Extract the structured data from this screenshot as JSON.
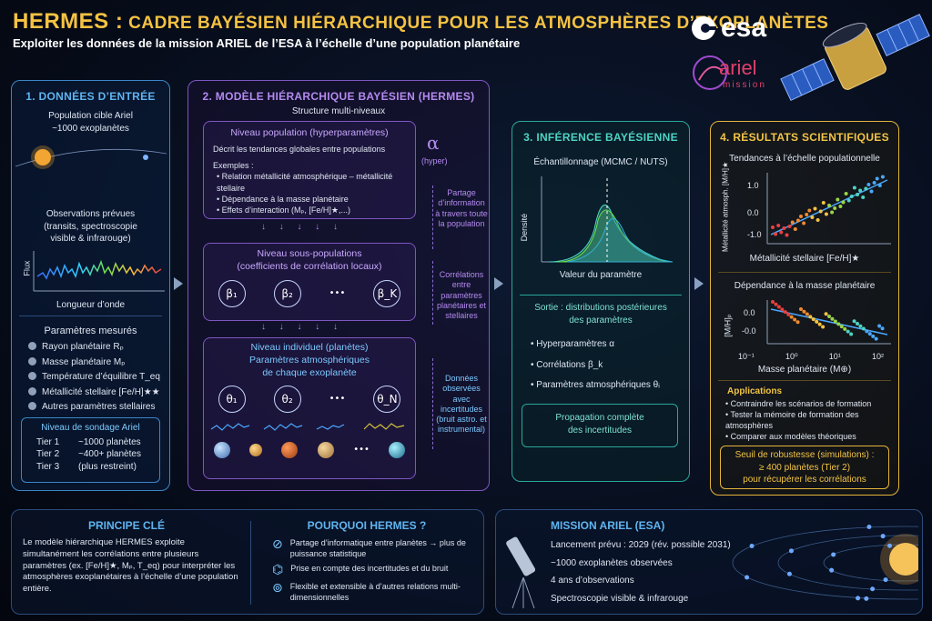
{
  "header": {
    "title_main": "HERMES :",
    "title_rest": "CADRE BAYÉSIEN HIÉRARCHIQUE POUR LES ATMOSPHÈRES D’EXOPLANÈTES",
    "subtitle": "Exploiter les données de la mission ARIEL de l’ESA à l’échelle d’une population planétaire",
    "esa_logo": "esa",
    "ariel_logo": "ariel",
    "ariel_logo_sub": "mission"
  },
  "panel1": {
    "heading": "1. DONNÉES D’ENTRÉE",
    "pop_line1": "Population cible Ariel",
    "pop_line2": "~1000 exoplanètes",
    "obs_line1": "Observations prévues",
    "obs_line2": "(transits, spectroscopie",
    "obs_line3": "visible & infrarouge)",
    "flux_label": "Flux",
    "wave_label": "Longueur d’onde",
    "params_heading": "Paramètres mesurés",
    "params": [
      "Rayon planétaire Rₚ",
      "Masse planétaire Mₚ",
      "Température d’équilibre T_eq",
      "Métallicité stellaire [Fe/H]★★",
      "Autres paramètres stellaires"
    ],
    "tier_heading": "Niveau de sondage Ariel",
    "tiers": [
      {
        "name": "Tier 1",
        "value": "~1000 planètes"
      },
      {
        "name": "Tier 2",
        "value": "~400+ planètes"
      },
      {
        "name": "Tier 3",
        "value": "(plus restreint)"
      }
    ]
  },
  "panel2": {
    "heading": "2. MODÈLE HIÉRARCHIQUE BAYÉSIEN (HERMES)",
    "structure": "Structure multi-niveaux",
    "pop": {
      "title": "Niveau population (hyperparamètres)",
      "desc": "Décrit les tendances globales entre populations",
      "examples": "Exemples :",
      "items": [
        "Relation métallicité atmosphérique – métallicité stellaire",
        "Dépendance à la masse planétaire",
        "Effets d’interaction (Mₚ, [Fe/H]★,...)"
      ],
      "symbol": "α",
      "symbol_label": "(hyper)"
    },
    "subpop": {
      "title": "Niveau sous-populations",
      "title2": "(coefficients de corrélation locaux)",
      "betas": [
        "β₁",
        "β₂",
        "•••",
        "β_K"
      ]
    },
    "indiv": {
      "title": "Niveau individuel (planètes)",
      "title2": "Paramètres atmosphériques",
      "title3": "de chaque exoplanète",
      "thetas": [
        "θ₁",
        "θ₂",
        "•••",
        "θ_N"
      ]
    },
    "side1": [
      "Partage",
      "d’information",
      "à travers toute",
      "la population"
    ],
    "side2": [
      "Corrélations",
      "entre paramètres",
      "planétaires et",
      "stellaires"
    ],
    "side3": [
      "Données",
      "observées avec",
      "incertitudes",
      "(bruit astro. et",
      "instrumental)"
    ]
  },
  "panel3": {
    "heading": "3. INFÉRENCE BAYÉSIENNE",
    "sampling": "Échantillonnage (MCMC / NUTS)",
    "ylabel": "Densité",
    "xlabel": "Valeur du paramètre",
    "output1": "Sortie : distributions postérieures",
    "output2": "des paramètres",
    "items": [
      "Hyperparamètres α",
      "Corrélations β_k",
      "Paramètres atmosphériques θᵢ"
    ],
    "prop1": "Propagation complète",
    "prop2": "des incertitudes"
  },
  "panel4": {
    "heading": "4. RÉSULTATS SCIENTIFIQUES",
    "plot1_title": "Tendances à l’échelle populationnelle",
    "plot1_ylabel": "Métallicité atmosph. [M/H]★",
    "plot1_xlabel": "Métallicité stellaire [Fe/H]★",
    "plot1_yticks": [
      "1.0",
      "0.0",
      "-1.0"
    ],
    "plot2_title": "Dépendance à la masse planétaire",
    "plot2_ylabel": "[M/H]ₚ",
    "plot2_yticks": [
      "0.0",
      "-0.0"
    ],
    "plot2_xticks": [
      "10⁻¹",
      "10⁰",
      "10¹",
      "10²"
    ],
    "plot2_xlabel": "Masse planétaire (M⊕)",
    "apps_heading": "Applications",
    "apps": [
      "Contraindre les scénarios de formation",
      "Tester la mémoire de formation des atmosphères",
      "Comparer aux modèles théoriques"
    ],
    "threshold1": "Seuil de robustesse (simulations) :",
    "threshold2": "≥ 400 planètes (Tier 2)",
    "threshold3": "pour récupérer les corrélations"
  },
  "bottom": {
    "principle_heading": "PRINCIPE CLÉ",
    "principle_text": "Le modèle hiérarchique HERMES exploite simultanément les corrélations entre plusieurs paramètres (ex. [Fe/H]★, Mₚ, T_eq) pour interpréter les atmosphères exoplanétaires à l’échelle d’une population entière.",
    "why_heading": "POURQUOI HERMES ?",
    "why_items": [
      "Partage d’informatique entre planètes → plus de puissance statistique",
      "Prise en compte des incertitudes et du bruit",
      "Flexible et extensible à d’autres relations multi-dimensionnelles"
    ],
    "mission_heading": "MISSION ARIEL (ESA)",
    "mission_items": [
      "Lancement prévu : 2029 (rév. possible 2031)",
      "~1000 exoplanètes observées",
      "4 ans d’observations",
      "Spectroscopie visible & infrarouge"
    ]
  },
  "colors": {
    "blue": "#3b86c7",
    "purple": "#7e56c2",
    "teal": "#2aa79b",
    "gold": "#e5b43b"
  }
}
